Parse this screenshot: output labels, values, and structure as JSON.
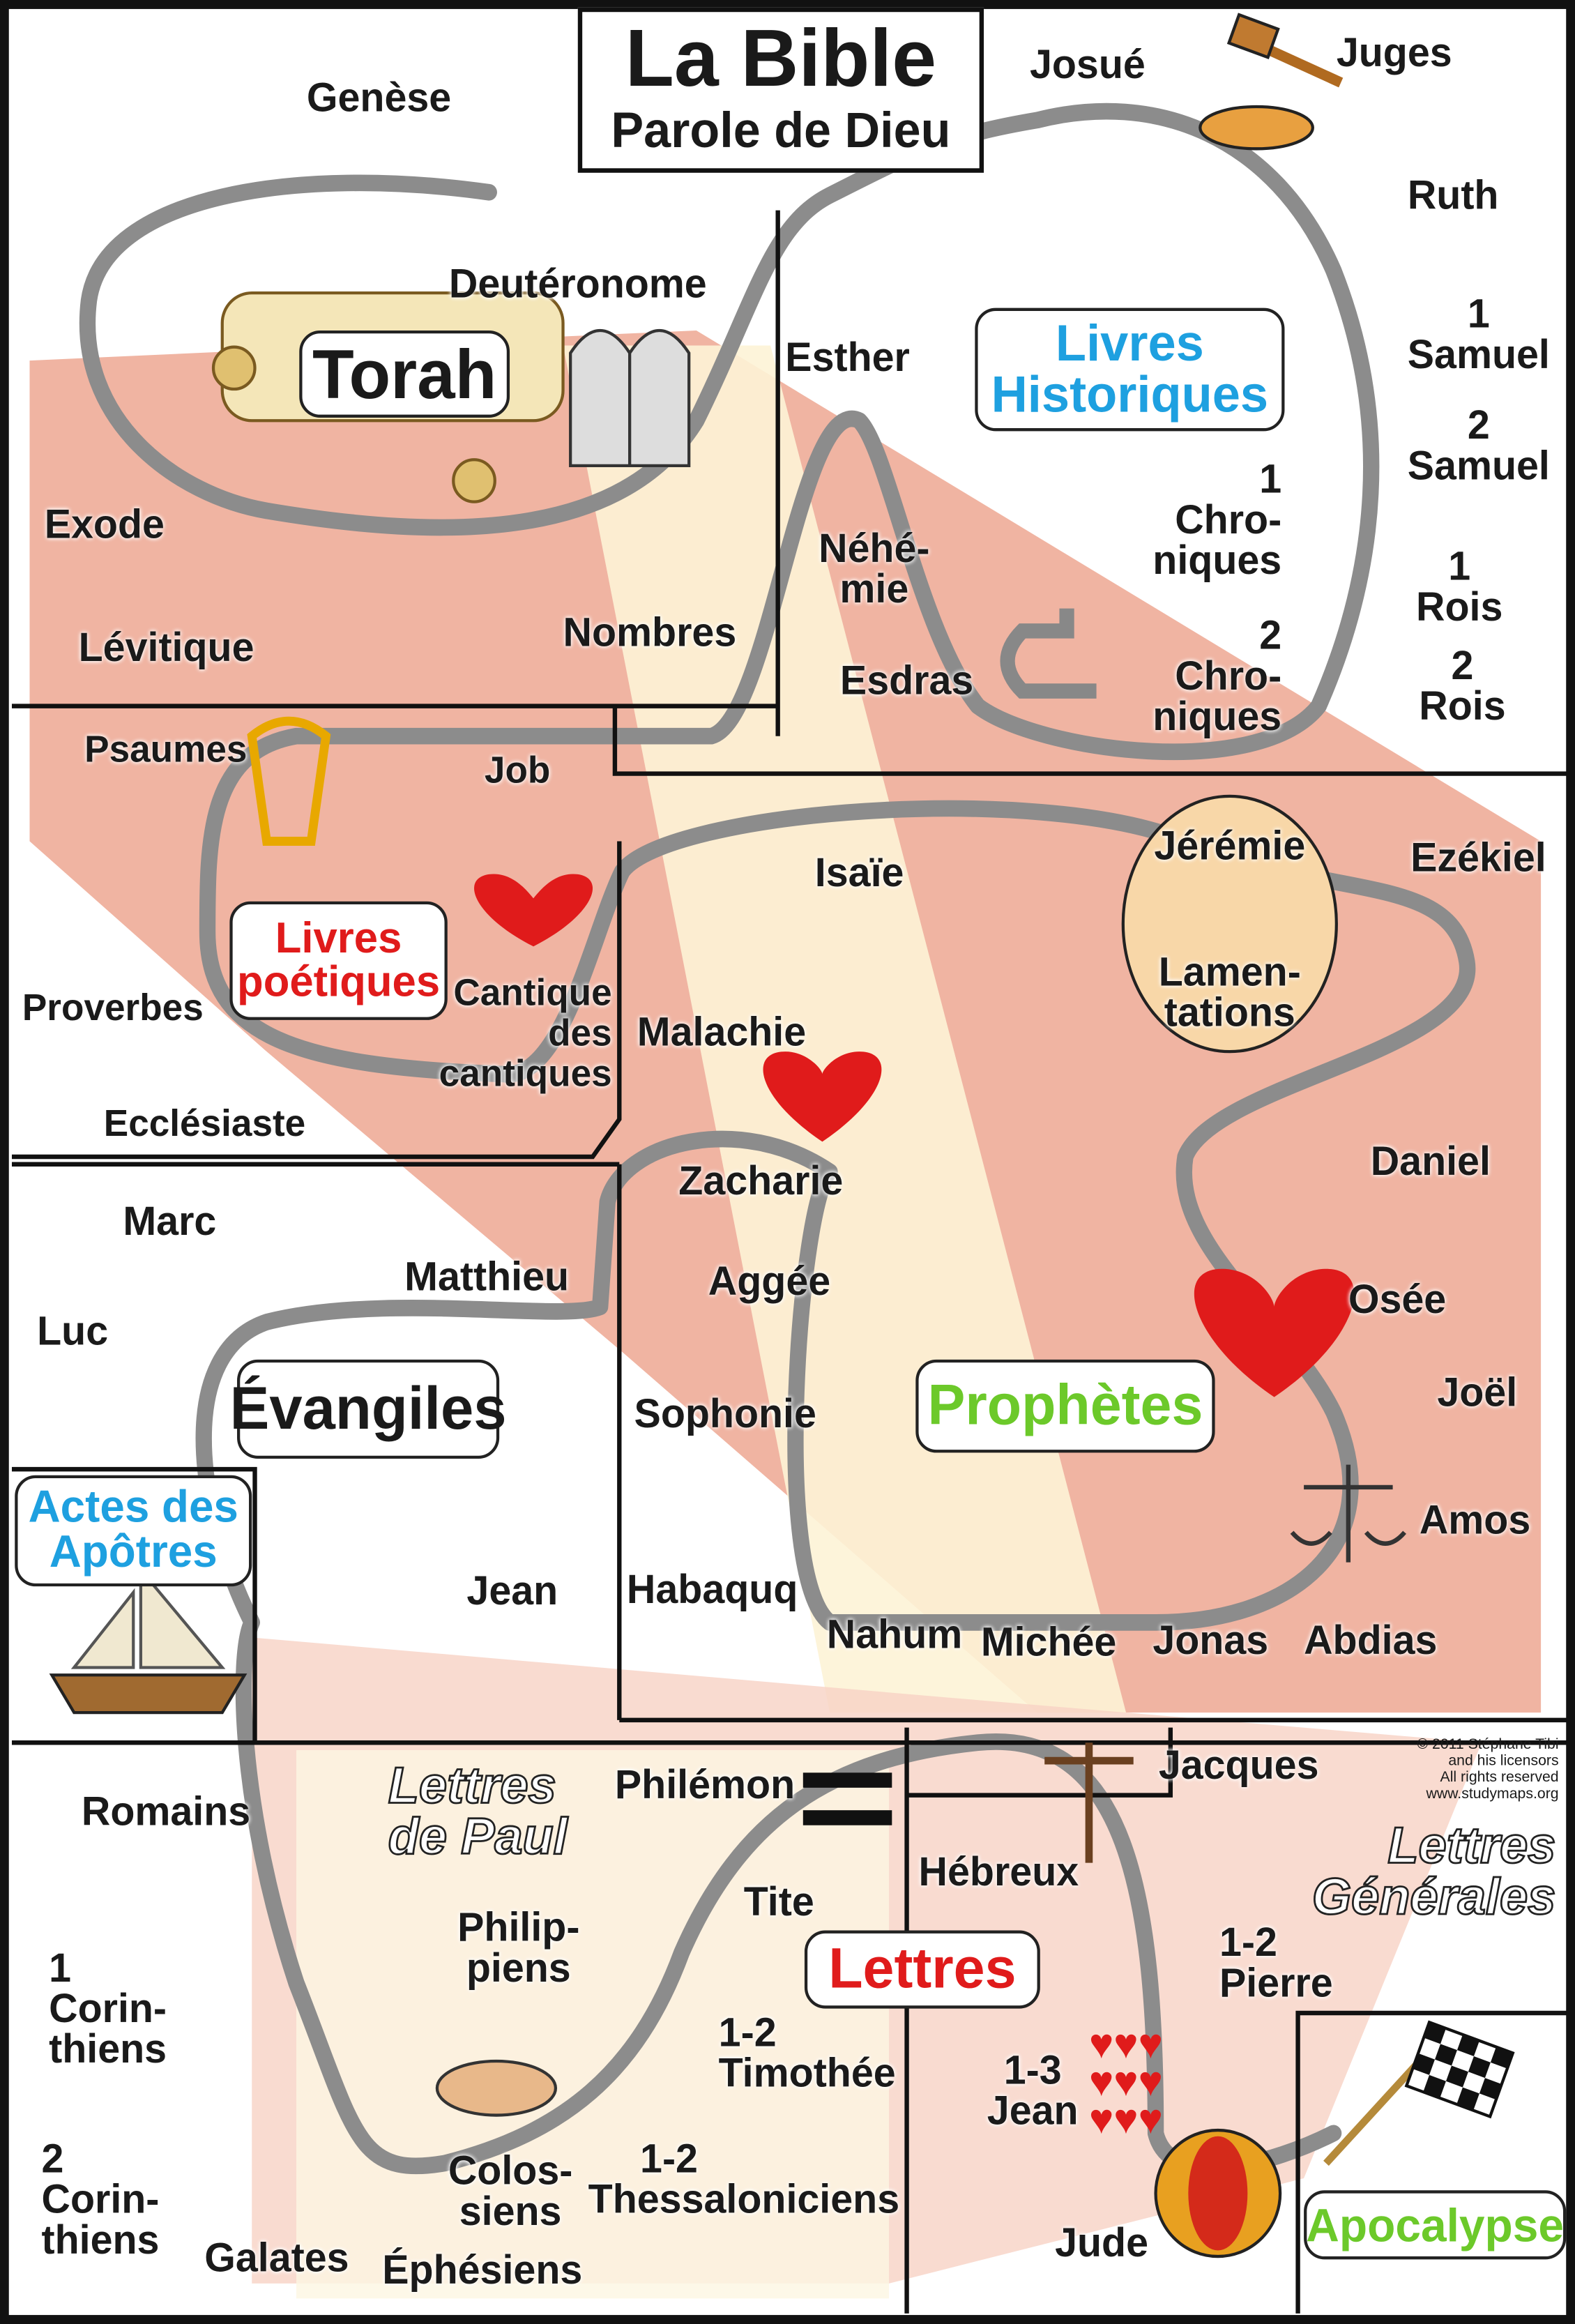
{
  "title": {
    "line1": "La Bible",
    "line2": "Parole de Dieu"
  },
  "colors": {
    "road": "#8c8c8c",
    "pink": "#f0b4a2",
    "page": "#fdf3d6",
    "blue": "#1ea0e0",
    "red": "#e01b1b",
    "green": "#6cc92a",
    "frame": "#111111"
  },
  "torah": {
    "badge": "Torah",
    "books": {
      "genese": "Genèse",
      "exode": "Exode",
      "levitique": "Lévitique",
      "nombres": "Nombres",
      "deuteronome": "Deutéronome"
    }
  },
  "historiques": {
    "badge_line1": "Livres",
    "badge_line2": "Historiques",
    "books": {
      "josue": "Josué",
      "juges": "Juges",
      "ruth": "Ruth",
      "s1_num": "1",
      "s1": "Samuel",
      "s2_num": "2",
      "s2": "Samuel",
      "r1_num": "1",
      "r1": "Rois",
      "r2_num": "2",
      "r2": "Rois",
      "c1_num": "1",
      "c1_a": "Chro-",
      "c1_b": "niques",
      "c2_num": "2",
      "c2_a": "Chro-",
      "c2_b": "niques",
      "esdras": "Esdras",
      "nehemie_a": "Néhé-",
      "nehemie_b": "mie",
      "esther": "Esther"
    }
  },
  "poetiques": {
    "badge_line1": "Livres",
    "badge_line2": "poétiques",
    "books": {
      "job": "Job",
      "psaumes": "Psaumes",
      "proverbes": "Proverbes",
      "ecclesiaste": "Ecclésiaste",
      "cantique_a": "Cantique",
      "cantique_b": "des",
      "cantique_c": "cantiques"
    }
  },
  "prophetes": {
    "badge": "Prophètes",
    "books": {
      "isaie": "Isaïe",
      "jeremie": "Jérémie",
      "lamentations_a": "Lamen-",
      "lamentations_b": "tations",
      "ezekiel": "Ezékiel",
      "daniel": "Daniel",
      "osee": "Osée",
      "joel": "Joël",
      "amos": "Amos",
      "abdias": "Abdias",
      "jonas": "Jonas",
      "michee": "Michée",
      "nahum": "Nahum",
      "habaquq": "Habaquq",
      "sophonie": "Sophonie",
      "aggee": "Aggée",
      "zacharie": "Zacharie",
      "malachie": "Malachie"
    }
  },
  "evangiles": {
    "badge": "Évangiles",
    "books": {
      "matthieu": "Matthieu",
      "marc": "Marc",
      "luc": "Luc",
      "jean": "Jean"
    }
  },
  "actes": {
    "badge_line1": "Actes des",
    "badge_line2": "Apôtres"
  },
  "paul": {
    "heading_line1": "Lettres",
    "heading_line2": "de Paul",
    "books": {
      "romains": "Romains",
      "c1_num": "1",
      "c1_a": "Corin-",
      "c1_b": "thiens",
      "c2_num": "2",
      "c2_a": "Corin-",
      "c2_b": "thiens",
      "galates": "Galates",
      "ephesiens": "Éphésiens",
      "philippiens_a": "Philip-",
      "philippiens_b": "piens",
      "colossiens_a": "Colos-",
      "colossiens_b": "siens",
      "thess_num": "1-2",
      "thess": "Thessaloniciens",
      "tim_num": "1-2",
      "tim": "Timothée",
      "tite": "Tite",
      "philemon": "Philémon"
    }
  },
  "lettres": {
    "badge": "Lettres"
  },
  "generales": {
    "heading_line1": "Lettres",
    "heading_line2": "Générales",
    "books": {
      "hebreux": "Hébreux",
      "jacques": "Jacques",
      "pierre_num": "1-2",
      "pierre": "Pierre",
      "jean_num": "1-3",
      "jean": "Jean",
      "jude": "Jude"
    }
  },
  "apocalypse": {
    "badge": "Apocalypse"
  },
  "copyright": {
    "line1": "© 2011 Stéphane Tibi",
    "line2": "and his licensors",
    "line3": "All rights reserved",
    "line4": "www.studymaps.org"
  }
}
